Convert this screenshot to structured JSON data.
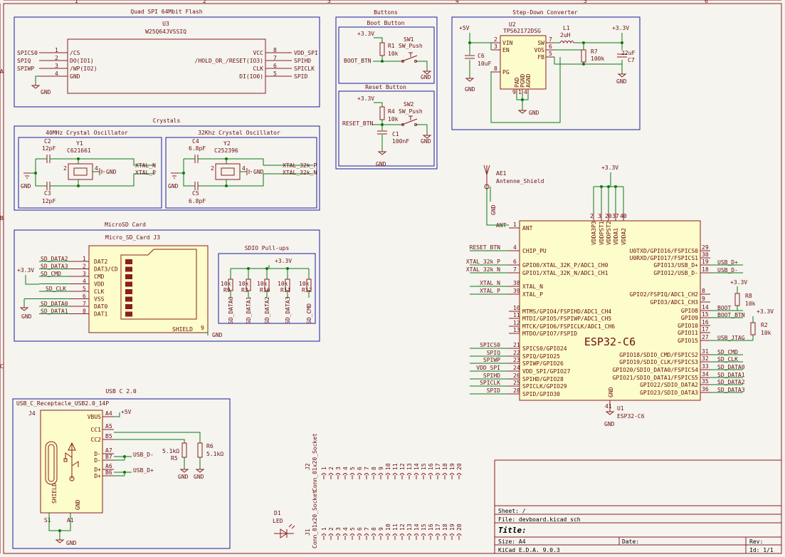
{
  "frame": {
    "col_numbers": [
      "1",
      "2",
      "3",
      "4",
      "5",
      "6"
    ],
    "row_letters": [
      "A",
      "B",
      "C"
    ]
  },
  "sheets": {
    "flash": "Quad SPI 64Mbit Flash",
    "buttons": "Buttons",
    "boot_button": "Boot Button",
    "reset_button": "Reset Button",
    "stepdown": "Step-Down Converter",
    "crystals": "Crystals",
    "osc40": "40MHz Crystal Oscillator",
    "osc32": "32Khz Crystal Oscillator",
    "microsd": "MicroSD Card",
    "sdio_pullups": "SDIO Pull-ups",
    "usbc": "USB C 2.0"
  },
  "u3": {
    "ref": "U3",
    "value": "W25Q64JVSSIQ",
    "left_pins": [
      {
        "num": "1",
        "name": "/CS",
        "net": "SPICS0"
      },
      {
        "num": "2",
        "name": "DO(IO1)",
        "net": "SPIQ"
      },
      {
        "num": "3",
        "name": "/WP(IO2)",
        "net": "SPIWP"
      },
      {
        "num": "4",
        "name": "GND",
        "net": "GND"
      }
    ],
    "right_pins": [
      {
        "num": "8",
        "name": "VCC",
        "net": "VDD_SPI"
      },
      {
        "num": "7",
        "name": "/HOLD_OR_/RESET(IO3)",
        "net": "SPIHD"
      },
      {
        "num": "6",
        "name": "CLK",
        "net": "SPICLK"
      },
      {
        "num": "5",
        "name": "DI(IO0)",
        "net": "SPID"
      }
    ]
  },
  "boot": {
    "pwr": "+3.3V",
    "r_ref": "R1",
    "r_val": "10k",
    "sw_ref": "SW1",
    "sw_val": "SW_Push",
    "net": "BOOT_BTN",
    "gnd": "GND"
  },
  "reset": {
    "pwr": "+3.3V",
    "r_ref": "R4",
    "r_val": "10k",
    "sw_ref": "SW2",
    "sw_val": "SW_Push",
    "net": "RESET_BTN",
    "c_ref": "C1",
    "c_val": "100nF",
    "gnd": "GND"
  },
  "stepdown": {
    "vin_pwr": "+5V",
    "vout_pwr": "+3.3V",
    "u_ref": "U2",
    "u_val": "TPS62172DSG",
    "pins_left": [
      {
        "num": "2",
        "name": "VIN"
      },
      {
        "num": "3",
        "name": "EN"
      },
      {
        "num": "8",
        "name": "PG"
      }
    ],
    "pins_right": [
      {
        "num": "7",
        "name": "SW"
      },
      {
        "num": "6",
        "name": "VOS"
      },
      {
        "num": "5",
        "name": "FB"
      }
    ],
    "pins_bottom": [
      {
        "num": "9",
        "name": "PAD"
      },
      {
        "num": "1",
        "name": "PGND"
      },
      {
        "num": "4",
        "name": "AGND"
      }
    ],
    "l_ref": "L1",
    "l_val": "2uH",
    "c6_ref": "C6",
    "c6_val": "10uF",
    "r7_ref": "R7",
    "r7_val": "100k",
    "c7_ref": "C7",
    "c7_val": "22uF",
    "gnd": "GND"
  },
  "osc40": {
    "c2_ref": "C2",
    "c2_val": "12pF",
    "c3_ref": "C3",
    "c3_val": "12pF",
    "y_ref": "Y1",
    "y_val": "C621661",
    "net_n": "XTAL_N",
    "net_p": "XTAL_P",
    "gnd": "GND",
    "pins": [
      "1",
      "2",
      "3",
      "4"
    ]
  },
  "osc32": {
    "c4_ref": "C4",
    "c4_val": "6.8pF",
    "c5_ref": "C5",
    "c5_val": "6.8pF",
    "y_ref": "Y2",
    "y_val": "C252396",
    "net_p": "XTAL_32k_P",
    "net_n": "XTAL_32k_N",
    "gnd": "GND",
    "pins": [
      "1",
      "2",
      "3",
      "4"
    ]
  },
  "microsd": {
    "title": "Micro_SD_Card J3",
    "pwr": "+3.3V",
    "pins": [
      {
        "num": "1",
        "name": "DAT2",
        "net": "SD_DATA2"
      },
      {
        "num": "2",
        "name": "DAT3/CD",
        "net": "SD_DATA3"
      },
      {
        "num": "3",
        "name": "CMD",
        "net": "SD_CMD"
      },
      {
        "num": "4",
        "name": "VDD",
        "net": "+3.3V"
      },
      {
        "num": "5",
        "name": "CLK",
        "net": "SD_CLK"
      },
      {
        "num": "6",
        "name": "VSS",
        "net": ""
      },
      {
        "num": "7",
        "name": "DAT0",
        "net": "SD_DATA0"
      },
      {
        "num": "8",
        "name": "DAT1",
        "net": "SD_DATA1"
      }
    ],
    "shield": "SHIELD",
    "shield_num": "9",
    "gnd": "GND"
  },
  "pullups": {
    "pwr": "+3.3V",
    "resistors": [
      {
        "ref": "R9",
        "val": "10k",
        "net": "SD_DATA0"
      },
      {
        "ref": "R3",
        "val": "10k",
        "net": "SD_DATA1"
      },
      {
        "ref": "R10",
        "val": "10k",
        "net": "SD_DATA2"
      },
      {
        "ref": "R11",
        "val": "10k",
        "net": "SD_DATA3"
      },
      {
        "ref": "R12",
        "val": "10k",
        "net": "SD_CMD"
      }
    ]
  },
  "antenna": {
    "ref": "AE1",
    "val": "Antenne_Shield",
    "gnd": "GND",
    "net": "ANT"
  },
  "esp": {
    "pwr": "+3.3V",
    "ref": "U1",
    "val": "ESP32-C6",
    "big": "ESP32-C6",
    "top_pins": [
      {
        "num": "2",
        "name": "VDDA3P3"
      },
      {
        "num": "3",
        "name": "VDDPST1"
      },
      {
        "num": "20",
        "name": "VDDPST2"
      },
      {
        "num": "37",
        "name": "VDDA1"
      },
      {
        "num": "40",
        "name": "VDDA2"
      }
    ],
    "left_pins": [
      {
        "num": "1",
        "name": "ANT",
        "net": "ANT"
      },
      {
        "num": "4",
        "name": "CHIP_PU",
        "net": "RESET_BTN"
      },
      {
        "num": "6",
        "name": "GPIO0/XTAL_32K_P/ADC1_CH0",
        "net": "XTAL_32k_P"
      },
      {
        "num": "7",
        "name": "GPIO1/XTAL_32K_N/ADC1_CH1",
        "net": "XTAL_32k_N"
      },
      {
        "num": "38",
        "name": "XTAL_N",
        "net": "XTAL_N"
      },
      {
        "num": "39",
        "name": "XTAL_P",
        "net": "XTAL_P"
      },
      {
        "num": "10",
        "name": "MTMS/GPIO4/FSPIHD/ADC1_CH4",
        "net": ""
      },
      {
        "num": "11",
        "name": "MTDI/GPIO5/FSPIWP/ADC1_CH5",
        "net": ""
      },
      {
        "num": "12",
        "name": "MTCK/GPIO6/FSPICLK/ADC1_CH6",
        "net": ""
      },
      {
        "num": "13",
        "name": "MTDO/GPIO7/FSPID",
        "net": ""
      },
      {
        "num": "21",
        "name": "SPICS0/GPIO24",
        "net": "SPICS0"
      },
      {
        "num": "22",
        "name": "SPIQ/GPIO25",
        "net": "SPIQ"
      },
      {
        "num": "23",
        "name": "SPIWP/GPIO26",
        "net": "SPIWP"
      },
      {
        "num": "24",
        "name": "VDD_SPI/GPIO27",
        "net": "VDD_SPI"
      },
      {
        "num": "26",
        "name": "SPIHD/GPIO28",
        "net": "SPIHD"
      },
      {
        "num": "25",
        "name": "SPICLK/GPIO29",
        "net": "SPICLK"
      },
      {
        "num": "28",
        "name": "SPID/GPIO30",
        "net": "SPID"
      }
    ],
    "right_pins": [
      {
        "num": "29",
        "name": "U0TXD/GPIO16/FSPICS0",
        "net": ""
      },
      {
        "num": "30",
        "name": "U0RXD/GPIO17/FSPICS1",
        "net": ""
      },
      {
        "num": "19",
        "name": "GPIO13/USB_D+",
        "net": "USB_D+"
      },
      {
        "num": "18",
        "name": "GPIO12/USB_D-",
        "net": "USB_D-"
      },
      {
        "num": "8",
        "name": "GPIO2/FSPIQ/ADC1_CH2",
        "net": ""
      },
      {
        "num": "9",
        "name": "GPIO3/ADC1_CH3",
        "net": ""
      },
      {
        "num": "14",
        "name": "GPIO8",
        "net": "BOOT"
      },
      {
        "num": "15",
        "name": "GPIO9",
        "net": "BOOT_BTN"
      },
      {
        "num": "16",
        "name": "GPIO10",
        "net": ""
      },
      {
        "num": "17",
        "name": "GPIO11",
        "net": ""
      },
      {
        "num": "27",
        "name": "GPIO15",
        "net": "USB_JTAG"
      },
      {
        "num": "31",
        "name": "GPIO18/SDIO_CMD/FSPICS2",
        "net": "SD_CMD"
      },
      {
        "num": "32",
        "name": "GPIO19/SDIO_CLK/FSPICS3",
        "net": "SD_CLK"
      },
      {
        "num": "33",
        "name": "GPIO20/SDIO_DATA0/FSPICS4",
        "net": "SD_DATA0"
      },
      {
        "num": "34",
        "name": "GPIO21/SDIO_DATA1/FSPICS5",
        "net": "SD_DATA1"
      },
      {
        "num": "35",
        "name": "GPIO22/SDIO_DATA2",
        "net": "SD_DATA2"
      },
      {
        "num": "36",
        "name": "GPIO23/SDIO_DATA3",
        "net": "SD_DATA3"
      }
    ],
    "gnd_pin": {
      "num": "41",
      "name": "GND"
    },
    "gnd": "GND",
    "r8_ref": "R8",
    "r8_val": "10k",
    "r8_pwr": "+3.3V",
    "r2_ref": "R2",
    "r2_val": "10k",
    "r2_pwr": "+3.3V"
  },
  "usb": {
    "title": "USB_C_Receptacle_USB2.0_14P",
    "ref": "J4",
    "pins": [
      {
        "num": "A4",
        "name": "VBUS",
        "net": "+5V"
      },
      {
        "num": "A5",
        "name": "CC1",
        "net": ""
      },
      {
        "num": "B5",
        "name": "CC2",
        "net": ""
      },
      {
        "num": "A7",
        "name": "D-",
        "net": "USB_D-"
      },
      {
        "num": "B7",
        "name": "D-",
        "net": ""
      },
      {
        "num": "A6",
        "name": "D+",
        "net": "USB_D+"
      },
      {
        "num": "B6",
        "name": "D+",
        "net": ""
      }
    ],
    "shield": "SHIELD",
    "gndlbl": "GND",
    "s1": "S1",
    "a1": "A1",
    "r5_ref": "R5",
    "r5_val": "5.1kΩ",
    "r6_ref": "R6",
    "r6_val": "5.1kΩ",
    "gnd": "GND"
  },
  "j2": {
    "label": "Conn_01x20_Socket",
    "ref": "J2"
  },
  "j1": {
    "label": "Conn_01x20_Socket",
    "ref": "J1"
  },
  "d1": {
    "ref": "D1",
    "val": "LED"
  },
  "socket_pins": [
    "1",
    "2",
    "3",
    "4",
    "5",
    "6",
    "7",
    "8",
    "9",
    "10",
    "11",
    "12",
    "13",
    "14",
    "15",
    "16",
    "17",
    "18",
    "19",
    "20"
  ],
  "title_block": {
    "sheet_label": "Sheet: /",
    "file_label": "File: devboard.kicad_sch",
    "title_label": "Title:",
    "size_label": "Size: A4",
    "date_label": "Date:",
    "rev_label": "Rev:",
    "kicad_label": "KiCad E.D.A. 9.0.3",
    "id_label": "Id: 1/1"
  }
}
